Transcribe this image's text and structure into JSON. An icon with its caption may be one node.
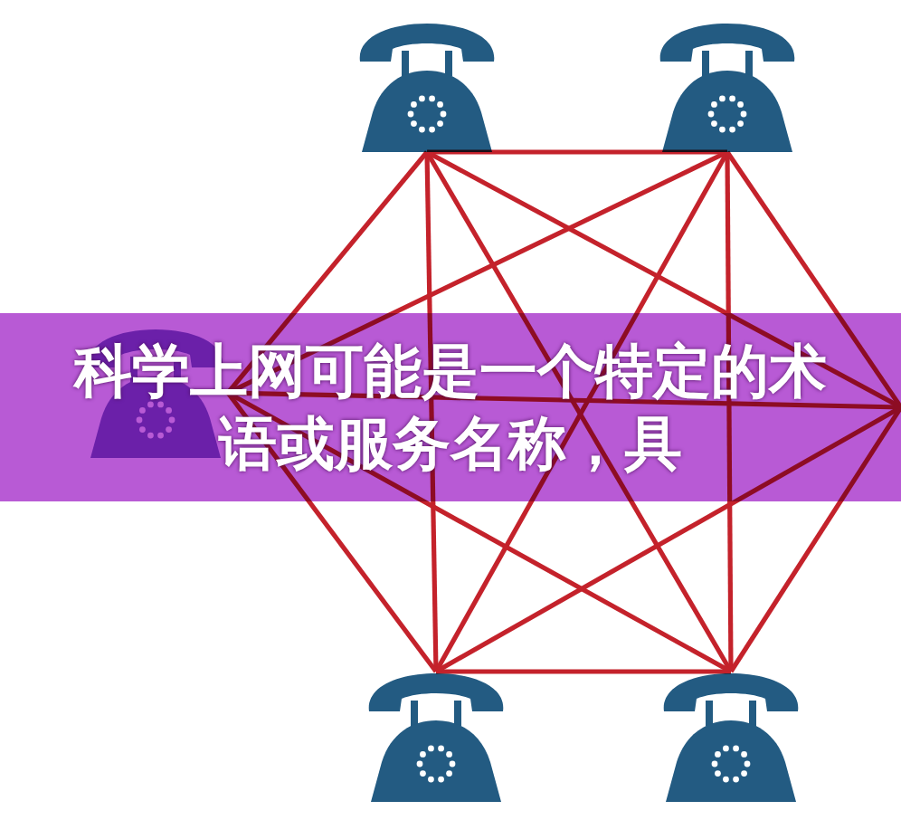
{
  "diagram": {
    "title": "科学上网可能是一个特定的术语或服务名称，具",
    "nodes": [
      {
        "text": [],
        "shape": "picture"
      },
      {
        "text": [],
        "shape": "picture"
      },
      {
        "text": [],
        "shape": "picture"
      },
      {
        "text": [],
        "shape": "picture"
      },
      {
        "text": [],
        "shape": "picture"
      }
    ],
    "edges": [
      {
        "from": 0,
        "to": 1,
        "arrow": "none"
      },
      {
        "from": 0,
        "to": 2,
        "arrow": "none"
      },
      {
        "from": 0,
        "to": 3,
        "arrow": "none"
      },
      {
        "from": 0,
        "to": 4,
        "arrow": "none"
      },
      {
        "from": 0,
        "to": null,
        "arrow": "none"
      },
      {
        "from": 1,
        "to": 2,
        "arrow": "none"
      },
      {
        "from": 1,
        "to": 3,
        "arrow": "none"
      },
      {
        "from": 1,
        "to": 4,
        "arrow": "none"
      },
      {
        "from": 1,
        "to": null,
        "arrow": "none"
      },
      {
        "from": 2,
        "to": 3,
        "arrow": "none"
      },
      {
        "from": 2,
        "to": 4,
        "arrow": "none"
      },
      {
        "from": 2,
        "to": null,
        "arrow": "none"
      },
      {
        "from": 3,
        "to": 4,
        "arrow": "none"
      },
      {
        "from": 3,
        "to": null,
        "arrow": "none"
      },
      {
        "from": 4,
        "to": null,
        "arrow": "none"
      }
    ]
  }
}
